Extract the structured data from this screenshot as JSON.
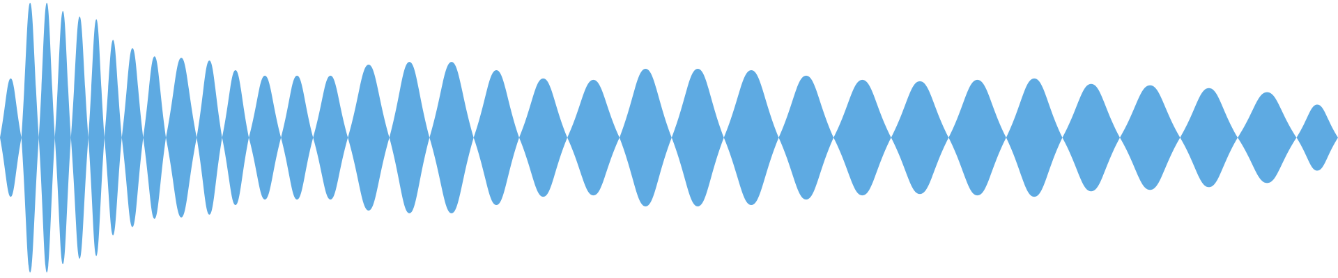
{
  "waveform": {
    "color": "#5eaae2",
    "background": "#ffffff",
    "lobe_count": 34,
    "envelope": [
      0.43,
      0.98,
      0.98,
      0.92,
      0.88,
      0.86,
      0.71,
      0.65,
      0.59,
      0.58,
      0.56,
      0.49,
      0.45,
      0.45,
      0.45,
      0.53,
      0.55,
      0.55,
      0.49,
      0.43,
      0.42,
      0.5,
      0.5,
      0.49,
      0.45,
      0.42,
      0.41,
      0.42,
      0.43,
      0.39,
      0.38,
      0.36,
      0.33,
      0.24
    ],
    "boundaries": [
      0.0,
      0.016,
      0.029,
      0.041,
      0.053,
      0.066,
      0.078,
      0.091,
      0.107,
      0.124,
      0.147,
      0.166,
      0.186,
      0.21,
      0.234,
      0.26,
      0.291,
      0.321,
      0.354,
      0.388,
      0.424,
      0.463,
      0.502,
      0.541,
      0.582,
      0.623,
      0.666,
      0.709,
      0.752,
      0.794,
      0.837,
      0.882,
      0.925,
      0.969,
      1.0
    ]
  }
}
